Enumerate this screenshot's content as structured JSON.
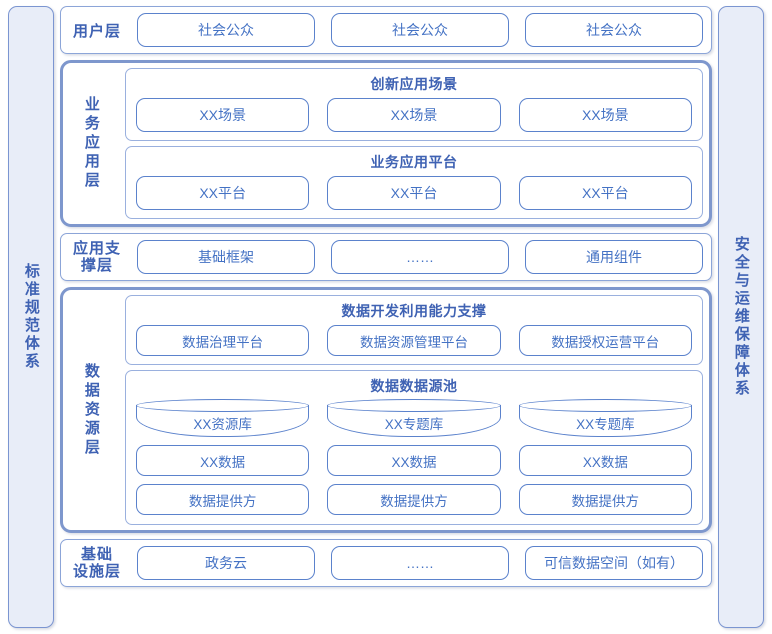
{
  "left_rail": {
    "label": "标准规范体系"
  },
  "right_rail": {
    "label": "安全与运维保障体系"
  },
  "layers": {
    "user": {
      "title": "用户层",
      "items": [
        "社会公众",
        "社会公众",
        "社会公众"
      ]
    },
    "business": {
      "title": "业务应用层",
      "groups": [
        {
          "caption": "创新应用场景",
          "items": [
            "XX场景",
            "XX场景",
            "XX场景"
          ]
        },
        {
          "caption": "业务应用平台",
          "items": [
            "XX平台",
            "XX平台",
            "XX平台"
          ]
        }
      ]
    },
    "support": {
      "title_line1": "应用支",
      "title_line2": "撑层",
      "items": [
        "基础框架",
        "……",
        "通用组件"
      ]
    },
    "data": {
      "title": "数据资源层",
      "capability_group": {
        "caption": "数据开发利用能力支撑",
        "items": [
          "数据治理平台",
          "数据资源管理平台",
          "数据授权运营平台"
        ]
      },
      "pool_group": {
        "caption": "数据数据源池",
        "row_cylinders": [
          "XX资源库",
          "XX专题库",
          "XX专题库"
        ],
        "row_data": [
          "XX数据",
          "XX数据",
          "XX数据"
        ],
        "row_providers": [
          "数据提供方",
          "数据提供方",
          "数据提供方"
        ]
      }
    },
    "infrastructure": {
      "title_line1": "基础",
      "title_line2": "设施层",
      "items": [
        "政务云",
        "……",
        "可信数据空间（如有）"
      ]
    }
  },
  "colors": {
    "accent_text": "#4472c4",
    "heading_text": "#3f62b3",
    "box_border": "#5b82cc",
    "group_border": "#9ab0de",
    "layer_border": "#8ca5d8",
    "thick_border": "#7e97cd",
    "rail_fill": "#e8edf8",
    "rail_border": "#7b95d1",
    "background": "#ffffff"
  }
}
